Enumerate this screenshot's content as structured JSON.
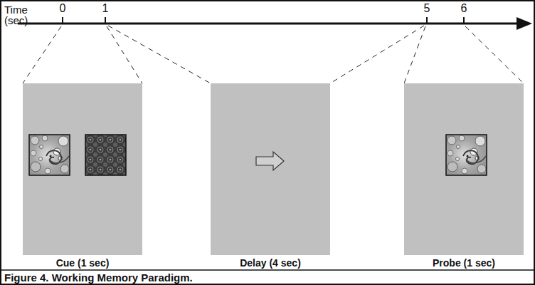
{
  "diagram": {
    "caption": "Figure 4. Working Memory Paradigm.",
    "nodes": [
      {
        "text": [
          "Cue (1 sec)"
        ]
      },
      {
        "text": [
          "Delay (4 sec)"
        ]
      },
      {
        "text": [
          "Probe (1 sec)"
        ]
      }
    ],
    "labels": [
      "Time (sec)",
      "0",
      "1",
      "5",
      "6"
    ]
  }
}
